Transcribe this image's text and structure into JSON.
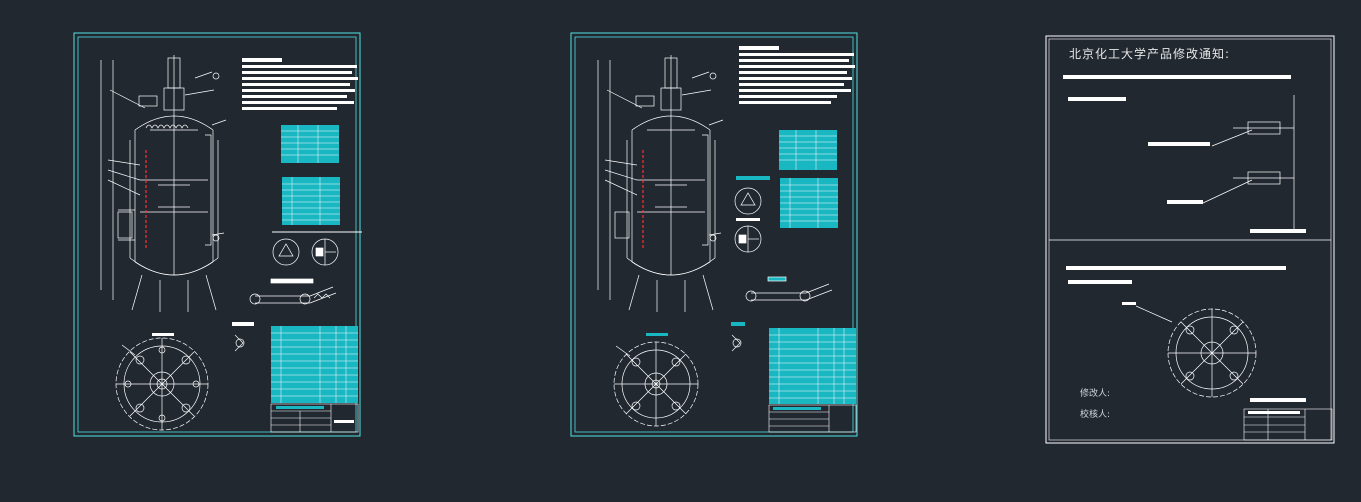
{
  "notice": {
    "title": "北京化工大学产品修改通知:",
    "modifier_label": "修改人:",
    "checker_label": "校核人:"
  },
  "colors": {
    "background": "#212830",
    "frame": "#4fe3e3",
    "linework": "#ffffff",
    "table_fill": "#19b7c2",
    "highlight": "#ff3030"
  }
}
